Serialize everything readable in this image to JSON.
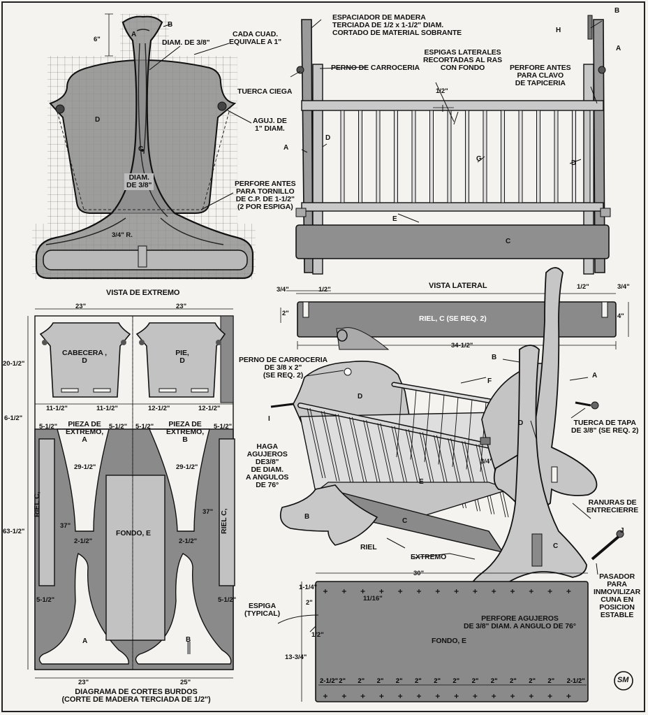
{
  "top_left": {
    "cada_cuad": "CADA CUAD.\nEQUIVALE A 1\"",
    "diam_38_top": "DIAM. DE 3/8\"",
    "aguj": "AGUJ. DE\n1\" DIAM.",
    "diam_38_mid": "DIAM.\nDE 3/8\"",
    "perfore_antes": "PERFORE ANTES\nPARA TORNILLO\nDE C.P. DE 1-1/2\"\n(2 POR ESPIGA)",
    "dim_6": "6\"",
    "radius": "3/4\" R.",
    "letter_a": "A",
    "letter_b": "B",
    "letter_c": "C",
    "letter_d": "D",
    "caption": "VISTA DE EXTREMO"
  },
  "top_right": {
    "espaciador": "ESPACIADOR DE MADERA\nTERCIADA DE 1/2 x 1-1/2\" DIAM.\nCORTADO DE MATERIAL SOBRANTE",
    "espigas": "ESPIGAS LATERALES\nRECORTADAS AL RAS\nCON FONDO",
    "perno": "PERNO DE CARROCERIA",
    "tuerca": "TUERCA CIEGA",
    "perfore_clavo": "PERFORE ANTES\nPARA CLAVO\nDE TAPICERIA",
    "dim_half": "1/2\"",
    "letter_a_left": "A",
    "letter_a_right": "A",
    "letter_b": "B",
    "letter_h": "H",
    "letter_d_left": "D",
    "letter_d_right": "D",
    "letter_g": "G",
    "letter_e": "E",
    "letter_c": "C",
    "caption": "VISTA LATERAL"
  },
  "rail": {
    "label": "RIEL, C (SE REQ. 2)",
    "dim_left_34": "3/4\"",
    "dim_left_12": "1/2\"",
    "dim_right_12": "1/2\"",
    "dim_right_34": "3/4\"",
    "dim_2": "2\"",
    "dim_4": "4\"",
    "dim_length": "34-1/2\""
  },
  "cutting": {
    "dim_23_a": "23\"",
    "dim_23_b": "23\"",
    "dim_20": "20-1/2\"",
    "dim_6": "6-1/2\"",
    "dim_63": "63-1/2\"",
    "dim_11a": "11-1/2\"",
    "dim_11b": "11-1/2\"",
    "dim_12a": "12-1/2\"",
    "dim_12b": "12-1/2\"",
    "dim_5a": "5-1/2\"",
    "dim_5b": "5-1/2\"",
    "dim_5c": "5-1/2\"",
    "dim_5d": "5-1/2\"",
    "dim_5e": "5-1/2\"",
    "dim_5f": "5-1/2\"",
    "dim_29a": "29-1/2\"",
    "dim_29b": "29-1/2\"",
    "dim_37a": "37\"",
    "dim_37b": "37\"",
    "dim_2a": "2-1/2\"",
    "dim_2b": "2-1/2\"",
    "dim_23_bottom": "23\"",
    "dim_25_bottom": "25\"",
    "cabecera": "CABECERA ,\nD",
    "pie": "PIE,\nD",
    "pieza_a": "PIEZA DE\nEXTREMO,\nA",
    "pieza_b": "PIEZA DE\nEXTREMO,\nB",
    "riel_left": "RIEL C,",
    "riel_right": "RIEL C,",
    "fondo": "FONDO, E",
    "letter_a": "A",
    "letter_b": "B",
    "caption": "DIAGRAMA DE CORTES BURDOS\n(CORTE DE MADERA TERCIADA DE 1/2\")"
  },
  "assembly": {
    "perno": "PERNO DE CARROCERIA\nDE 3/8 x 2\"\n(SE REQ. 2)",
    "haga": "HAGA\nAGUJEROS\nDE3/8\"\nDE DIAM.\nA ANGULOS\nDE 76°",
    "tuerca_tapa": "TUERCA DE TAPA\nDE 3/8\" (SE REQ. 2)",
    "ranuras": "RANURAS DE\nENTRECIERRE",
    "riel": "RIEL",
    "extremo": "EXTREMO",
    "pasador": "PASADOR\nPARA\nINMOVILIZAR\nCUNA EN\nPOSICION\nESTABLE",
    "dim_34": "3/4\"",
    "letter_b_top": "B",
    "letter_a": "A",
    "letter_f": "F",
    "letter_i": "I",
    "letter_j": "J",
    "letter_d_left": "D",
    "letter_d_right": "D",
    "letter_e": "E",
    "letter_c": "C",
    "letter_b": "B",
    "letter_c2": "C"
  },
  "bottom": {
    "dim_30": "30\"",
    "dim_1_14": "1-1/4\"",
    "dim_11_16": "11/16\"",
    "dim_2": "2\"",
    "dim_half": "1/2\"",
    "dim_13": "13-3/4\"",
    "espiga": "ESPIGA\n(TYPICAL)",
    "perfore": "PERFORE AGUJEROS\nDE 3/8\" DIAM. A ANGULO DE 76°",
    "fondo": "FONDO, E",
    "spacing": [
      "2-1/2\"",
      "2\"",
      "2\"",
      "2\"",
      "2\"",
      "2\"",
      "2\"",
      "2\"",
      "2\"",
      "2\"",
      "2\"",
      "2\"",
      "2\"",
      "2-1/2\""
    ],
    "logo": "SM"
  },
  "colors": {
    "wood": "#8d8d8d",
    "wood_light": "#b9b9b9",
    "line": "#1a1a1a",
    "paper": "#f4f3ef"
  }
}
